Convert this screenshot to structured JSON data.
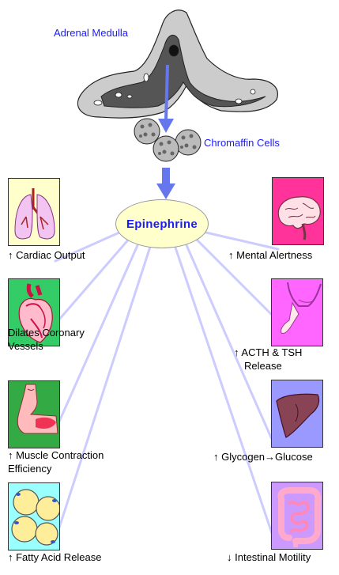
{
  "labels": {
    "adrenal": "Adrenal Medulla",
    "chromaffin": "Chromaffin Cells",
    "center": "Epinephrine"
  },
  "left_effects": [
    {
      "line1": "↑ Cardiac Output",
      "line2": "",
      "icon": "lungs-icon",
      "bg": "#ffffcc"
    },
    {
      "line1": "Dilates Coronary",
      "line2": "Vessels",
      "icon": "heart-icon",
      "bg": "#33cc66"
    },
    {
      "line1": "↑ Muscle Contraction",
      "line2": "Efficiency",
      "icon": "arm-muscle-icon",
      "bg": "#33aa44"
    },
    {
      "line1": "↑ Fatty Acid Release",
      "line2": "",
      "icon": "fat-cells-icon",
      "bg": "#99ffff"
    }
  ],
  "right_effects": [
    {
      "line1": "↑ Mental Alertness",
      "line2": "",
      "icon": "brain-icon",
      "bg": "#ff3399"
    },
    {
      "line1": "↑ ACTH & TSH",
      "line2": "Release",
      "icon": "pituitary-icon",
      "bg": "#ff66ff"
    },
    {
      "line1": "↑ Glycogen→Glucose",
      "line2": "",
      "icon": "liver-icon",
      "bg": "#9999ff"
    },
    {
      "line1": "↓ Intestinal Motility",
      "line2": "",
      "icon": "intestine-icon",
      "bg": "#cc99ff"
    }
  ],
  "colors": {
    "arrow": "#6677ee",
    "connector": "#ccccff",
    "gland_outer": "#cccccc",
    "gland_inner": "#555555",
    "center_fill": "#ffffcc",
    "label_blue": "#1a1aff"
  }
}
